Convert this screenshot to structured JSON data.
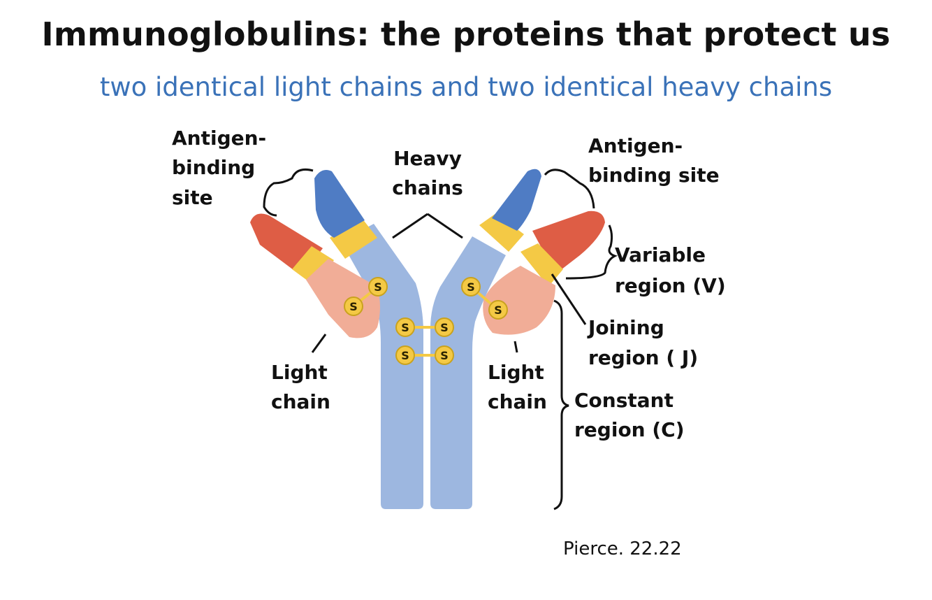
{
  "title": "Immunoglobulins:  the proteins that protect us",
  "subtitle": "two identical light chains and two identical heavy chains",
  "citation": "Pierce. 22.22",
  "diagram": {
    "labels": {
      "antigen_site_left_1": "Antigen-",
      "antigen_site_left_2": "binding",
      "antigen_site_left_3": "site",
      "heavy_chains_1": "Heavy",
      "heavy_chains_2": "chains",
      "antigen_site_right_1": "Antigen-",
      "antigen_site_right_2": "binding site",
      "variable_1": "Variable",
      "variable_2": "region (V)",
      "joining_1": "Joining",
      "joining_2": "region ( J)",
      "light_left_1": "Light",
      "light_left_2": "chain",
      "light_right_1": "Light",
      "light_right_2": "chain",
      "constant_1": "Constant",
      "constant_2": "region (C)"
    },
    "disulfide_symbol": "S",
    "colors": {
      "heavy_constant": "#9db7e0",
      "heavy_variable": "#4f7cc4",
      "light_variable": "#de5d45",
      "light_constant": "#f1ad97",
      "joining": "#f4c945",
      "disulfide": "#f4c945"
    }
  }
}
